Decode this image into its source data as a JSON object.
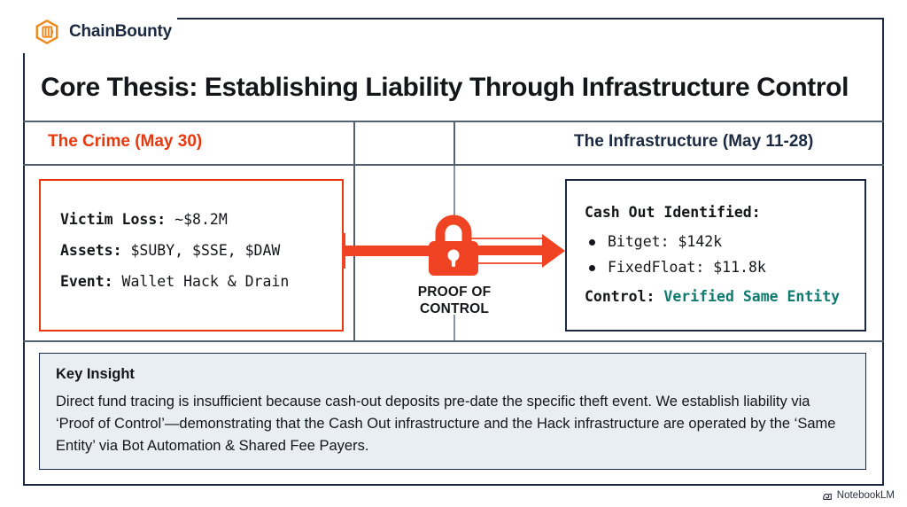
{
  "brand": {
    "name": "ChainBounty",
    "logo_icon": "hexagon-chain-logo",
    "logo_color": "#F08A1E"
  },
  "title": "Core Thesis: Establishing Liability Through Infrastructure Control",
  "columns": {
    "crime_header": "The Crime (May 30)",
    "crime_header_color": "#E8380D",
    "infra_header": "The Infrastructure (May 11-28)",
    "infra_header_color": "#1B2A41"
  },
  "crime_box": {
    "border_color": "#E8380D",
    "rows": [
      {
        "label": "Victim Loss:",
        "value": " ~$8.2M"
      },
      {
        "label": "Assets:",
        "value": " $SUBY, $SSE, $DAW"
      },
      {
        "label": "Event:",
        "value": " Wallet Hack & Drain"
      }
    ]
  },
  "center": {
    "lock_icon": "padlock-icon",
    "lock_color": "#F04323",
    "arrow_icon": "right-arrow-icon",
    "proof_line1": "PROOF OF",
    "proof_line2": "CONTROL"
  },
  "infra_box": {
    "border_color": "#1B2A41",
    "title": "Cash Out Identified:",
    "bullets": [
      "Bitget: $142k",
      "FixedFloat: $11.8k"
    ],
    "control_label": "Control:",
    "control_value": " Verified Same Entity",
    "control_value_color": "#0F7A6E"
  },
  "insight": {
    "title": "Key Insight",
    "body": "Direct fund tracing is insufficient because cash-out deposits pre-date the specific theft event. We establish liability via ‘Proof of Control’—demonstrating that the Cash Out infrastructure and the Hack infrastructure are operated by the ‘Same Entity’ via Bot Automation & Shared Fee Payers.",
    "background_color": "#E9EEF3"
  },
  "footer": {
    "icon": "notebooklm-icon",
    "text": "NotebookLM"
  }
}
